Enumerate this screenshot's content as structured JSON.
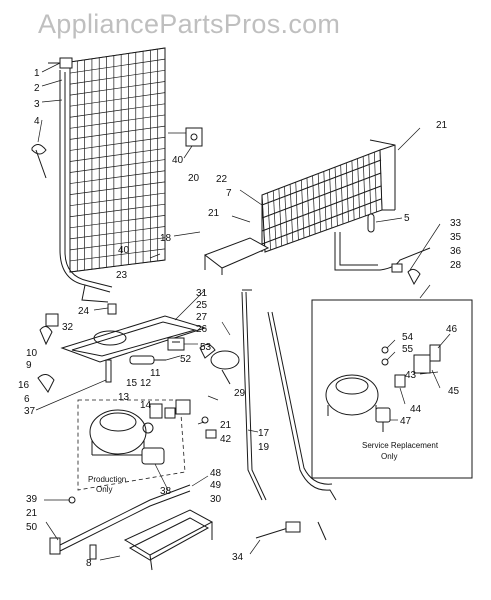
{
  "watermark": "AppliancePartsPros.com",
  "notes": {
    "production_only_line1": "Production",
    "production_only_line2": "Only",
    "service_replacement_line1": "Service Replacement",
    "service_replacement_line2": "Only"
  },
  "callouts": {
    "c1": "1",
    "c2": "2",
    "c3": "3",
    "c4": "4",
    "c40a": "40",
    "c20": "20",
    "c21a": "21",
    "c22": "22",
    "c7": "7",
    "c21b": "21",
    "c18": "18",
    "c5": "5",
    "c40b": "40",
    "c23": "23",
    "c33": "33",
    "c35": "35",
    "c36": "36",
    "c28": "28",
    "c24": "24",
    "c32": "32",
    "c31": "31",
    "c25": "25",
    "c27": "27",
    "c26": "26",
    "c10": "10",
    "c9": "9",
    "c53": "53",
    "c52": "52",
    "c16": "16",
    "c11": "11",
    "c12": "12",
    "c15": "15",
    "c13": "13",
    "c14": "14",
    "c6": "6",
    "c37": "37",
    "c29": "29",
    "c21c": "21",
    "c42": "42",
    "c17": "17",
    "c19": "19",
    "c38": "38",
    "c48": "48",
    "c49": "49",
    "c30": "30",
    "c39": "39",
    "c21d": "21",
    "c50": "50",
    "c8": "8",
    "c34": "34",
    "c46": "46",
    "c54": "54",
    "c55": "55",
    "c43": "43",
    "c45": "45",
    "c44": "44",
    "c47": "47"
  }
}
